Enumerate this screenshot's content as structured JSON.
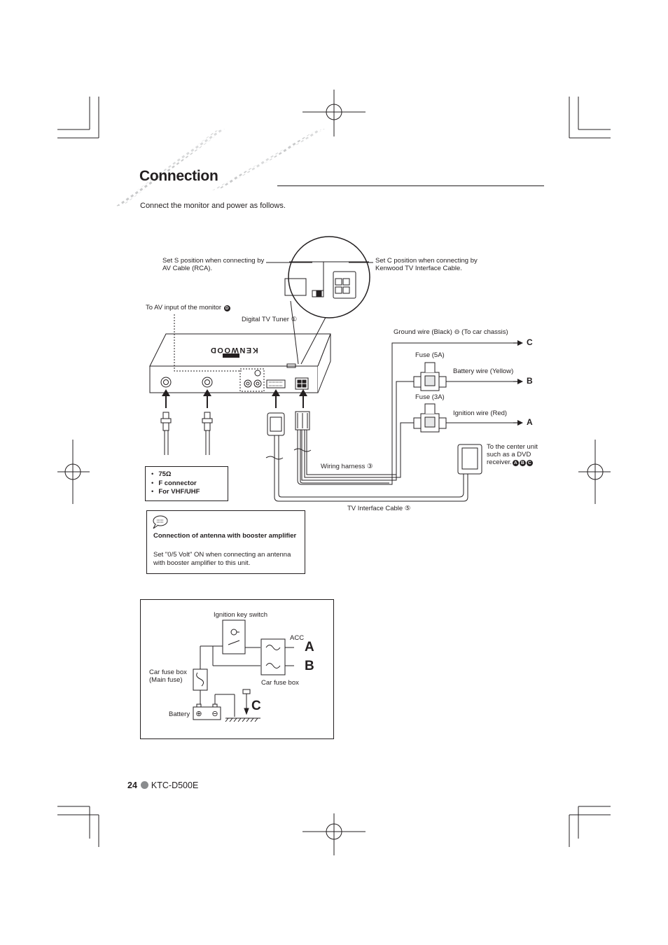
{
  "page": {
    "title": "Connection",
    "intro": "Connect the monitor and power as follows."
  },
  "diagram": {
    "switch_s_note": "Set S position when connecting by AV Cable (RCA).",
    "switch_c_note": "Set C position when connecting by Kenwood TV Interface Cable.",
    "av_input_label": "To AV input of the monitor",
    "av_input_badge": "D",
    "tuner_label": "Digital TV Tuner ①",
    "ground_wire": "Ground wire (Black) ⊖ (To car chassis)",
    "fuse_5a": "Fuse (5A)",
    "battery_wire": "Battery wire (Yellow)",
    "fuse_3a": "Fuse (3A)",
    "ignition_wire": "Ignition wire (Red)",
    "center_unit": "To the center unit such as a DVD receiver.",
    "center_unit_badges": [
      "A",
      "B",
      "C"
    ],
    "wiring_harness": "Wiring harness ③",
    "tv_interface_cable": "TV Interface Cable ⑤",
    "terminal_c": "C",
    "terminal_b": "B",
    "terminal_a": "A",
    "device_brand": "KENWOOD",
    "specs": [
      "75Ω",
      "F connector",
      "For VHF/UHF"
    ]
  },
  "note": {
    "title": "Connection of antenna with booster amplifier",
    "body": "Set \"0/5 Volt\" ON when connecting an antenna with booster amplifier to this unit."
  },
  "circuit": {
    "ignition_key_switch": "Ignition key switch",
    "acc": "ACC",
    "car_fuse_box_main": "Car fuse box (Main fuse)",
    "car_fuse_box": "Car fuse box",
    "battery": "Battery",
    "label_a": "A",
    "label_b": "B",
    "label_c": "C"
  },
  "footer": {
    "page_number": "24",
    "model": "KTC-D500E"
  }
}
